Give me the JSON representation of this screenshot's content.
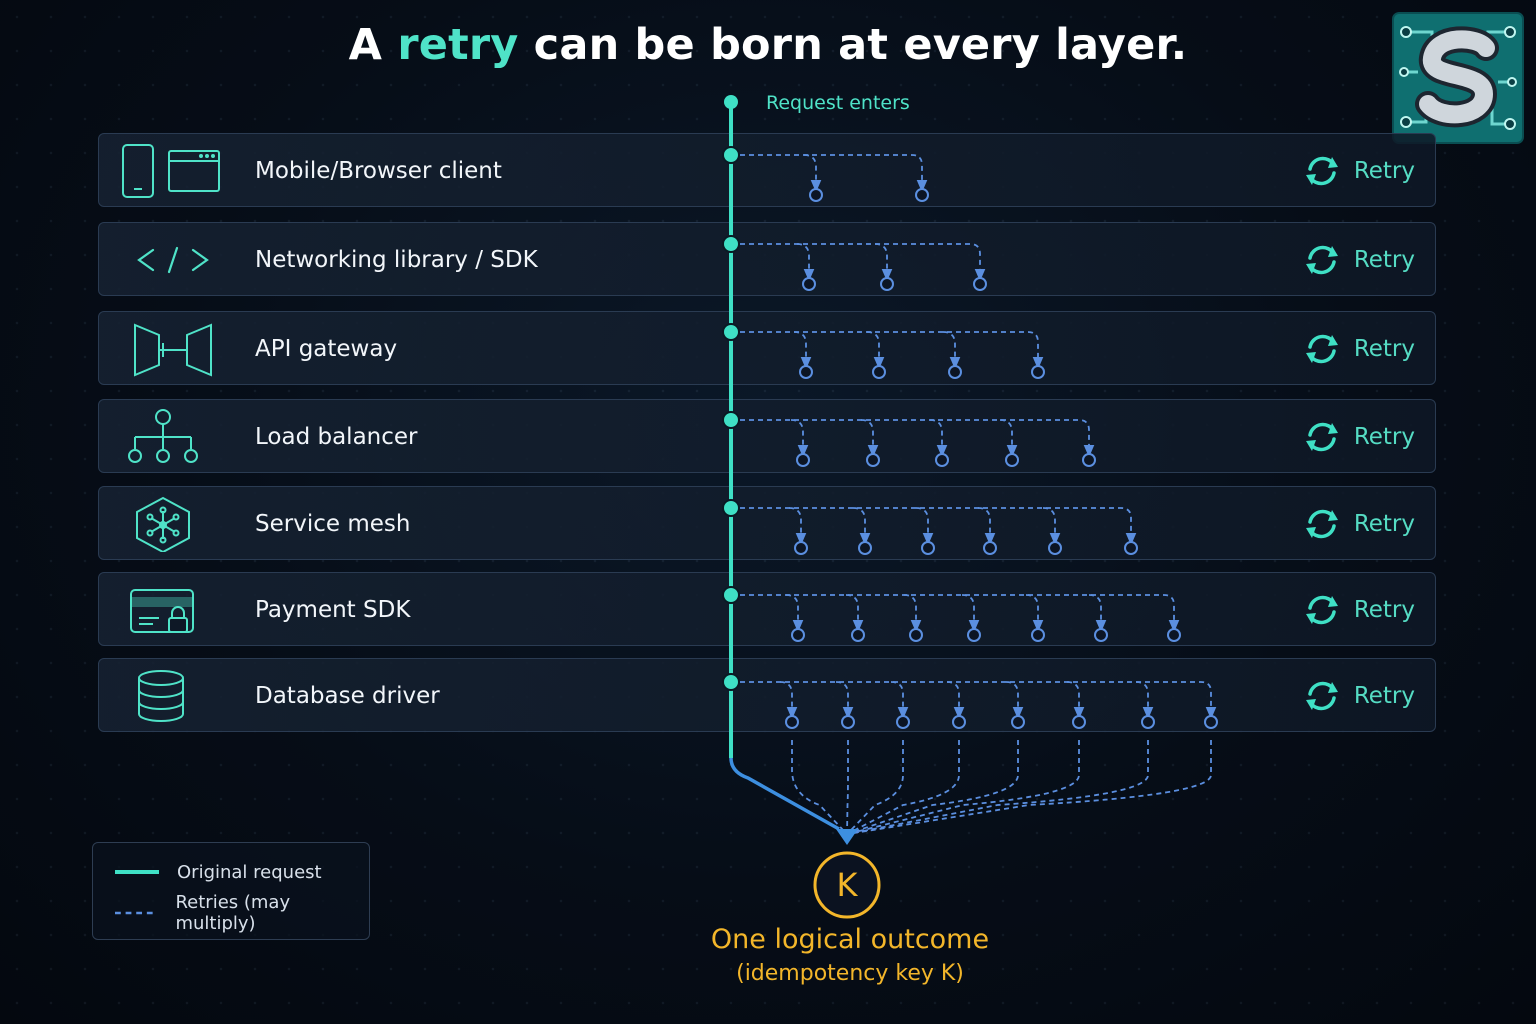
{
  "title": {
    "prefix": "A ",
    "highlight": "retry",
    "suffix": " can be born at every layer."
  },
  "entry_label": "Request enters",
  "retry_label": "Retry",
  "layers": [
    {
      "name": "Mobile/Browser client",
      "icon": "phone-browser-icon",
      "retries": 2
    },
    {
      "name": "Networking library / SDK",
      "icon": "code-icon",
      "retries": 3
    },
    {
      "name": "API gateway",
      "icon": "gateway-icon",
      "retries": 4
    },
    {
      "name": "Load balancer",
      "icon": "hierarchy-icon",
      "retries": 5
    },
    {
      "name": "Service mesh",
      "icon": "mesh-hexagon-icon",
      "retries": 6
    },
    {
      "name": "Payment SDK",
      "icon": "card-lock-icon",
      "retries": 7
    },
    {
      "name": "Database driver",
      "icon": "database-icon",
      "retries": 8
    }
  ],
  "outcome": {
    "key_letter": "K",
    "title": "One logical outcome",
    "subtitle": "(idempotency key K)"
  },
  "legend": {
    "original": "Original request",
    "retries": "Retries (may multiply)"
  },
  "colors": {
    "original": "#3fe0c5",
    "retry": "#5b8fe0",
    "outcome": "#f3b62a",
    "accent": "#4fe3c8"
  }
}
